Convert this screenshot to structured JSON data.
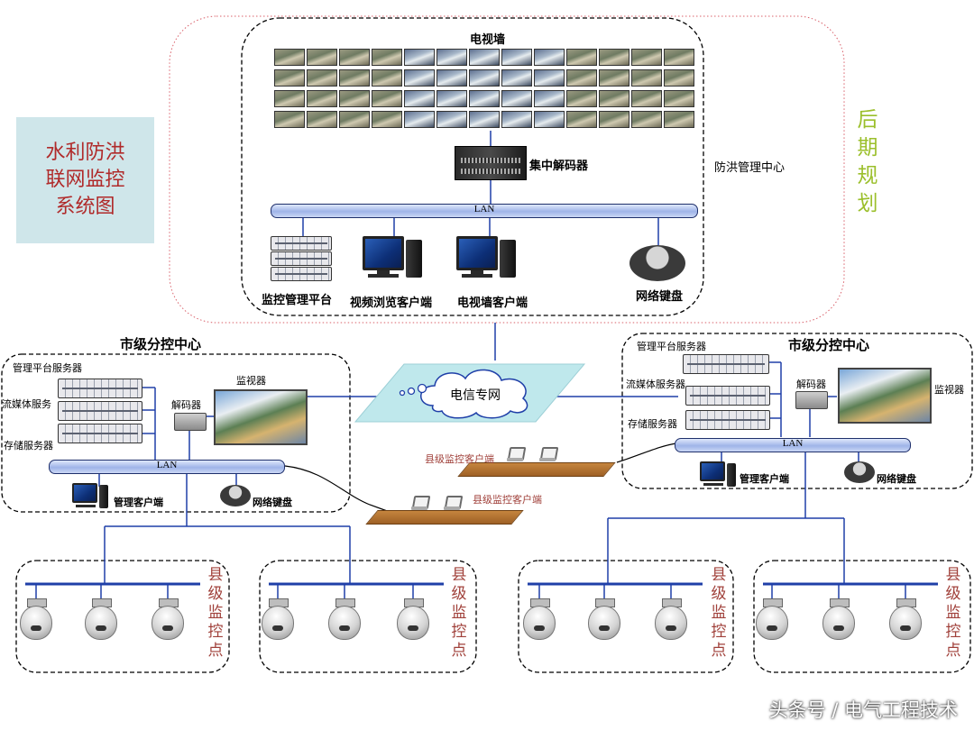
{
  "title": {
    "lines": [
      "水利防洪",
      "联网监控",
      "系统图"
    ]
  },
  "later_plan": [
    "后",
    "期",
    "规",
    "划"
  ],
  "center": {
    "tv_wall_label": "电视墙",
    "decoder_label": "集中解码器",
    "center_name": "防洪管理中心",
    "lan_label": "LAN",
    "platform_label": "监控管理平台",
    "video_client_label": "视频浏览客户端",
    "tvwall_client_label": "电视墙客户端",
    "keyboard_label": "网络键盘"
  },
  "network": {
    "label": "电信专网"
  },
  "left_sub": {
    "title": "市级分控中心",
    "platform_server": "管理平台服务器",
    "media_server": "流媒体服务",
    "storage_server": "存储服务器",
    "decoder": "解码器",
    "monitor": "监视器",
    "lan_label": "LAN",
    "client": "管理客户端",
    "keyboard": "网络键盘"
  },
  "right_sub": {
    "title": "市级分控中心",
    "platform_server": "管理平台服务器",
    "media_server": "流媒体服务器",
    "storage_server": "存储服务器",
    "decoder": "解码器",
    "monitor": "监视器",
    "lan_label": "LAN",
    "client": "管理客户端",
    "keyboard": "网络键盘"
  },
  "county_clients": {
    "upper": "县级监控客户端",
    "lower": "县级监控客户端"
  },
  "county_point_label": [
    "县",
    "级",
    "监",
    "控",
    "点"
  ],
  "watermark": "头条号 / 电气工程技术",
  "colors": {
    "title_bg": "#cfe6ea",
    "title_text": "#b02a2a",
    "later_text": "#9bbf2b",
    "link_blue": "#1f3fa8",
    "county_text": "#a0403a"
  }
}
